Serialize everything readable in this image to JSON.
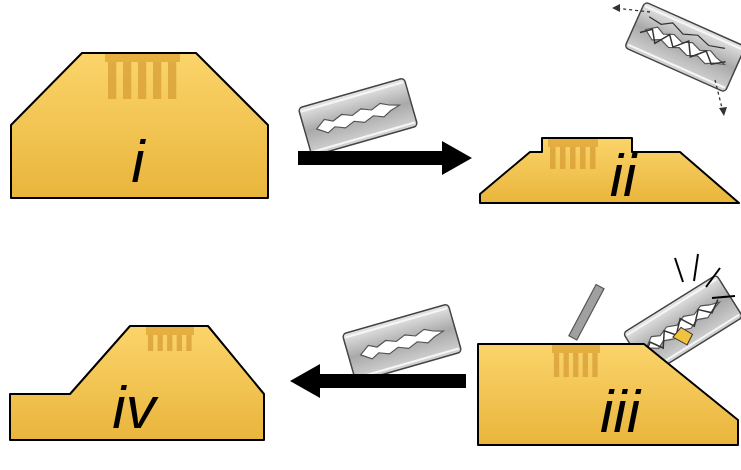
{
  "diagram": {
    "nodes": [
      {
        "text": [
          "i"
        ]
      },
      {
        "text": [
          "ii"
        ]
      },
      {
        "text": [
          "iii"
        ]
      },
      {
        "text": [
          "iv"
        ]
      }
    ],
    "edges": [
      {
        "from": 0,
        "to": 1,
        "arrow": "to"
      },
      {
        "from": 2,
        "to": 3,
        "arrow": "to"
      }
    ]
  }
}
